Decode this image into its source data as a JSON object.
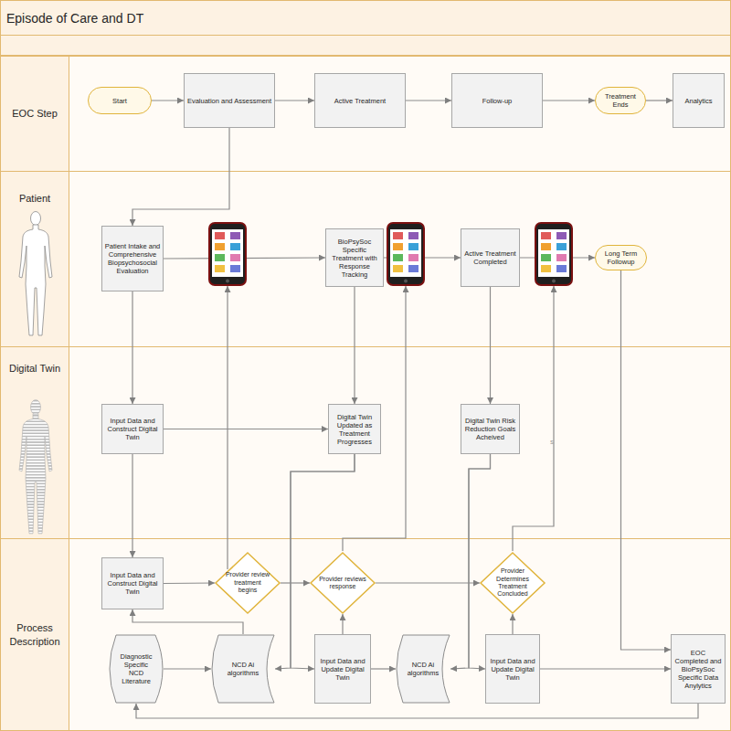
{
  "diagram": {
    "title": "Episode of Care and DT",
    "nodes": [
      {
        "text": [
          "EOC Step"
        ]
      },
      {
        "text": [
          "Start"
        ],
        "in": 0
      },
      {
        "text": [
          "Evaluation and Assessment"
        ],
        "in": 0
      },
      {
        "text": [
          "Active Treatment"
        ],
        "in": 0
      },
      {
        "text": [
          "Follow-up"
        ],
        "in": 0
      },
      {
        "text": [
          "Treatment Ends"
        ],
        "in": 0
      },
      {
        "text": [
          "Analytics"
        ],
        "in": 0
      },
      {
        "text": [
          "Patient"
        ]
      },
      {
        "text": [
          "Patient Intake and Comprehensive Biopsychosocial Evaluation"
        ],
        "in": 7
      },
      {
        "text": [
          "BioPsySoc Specific Treatment with Response Tracking"
        ],
        "in": 7
      },
      {
        "text": [
          "Active Treatment Completed"
        ],
        "in": 7
      },
      {
        "text": [
          "Long Term Followup"
        ],
        "in": 7
      },
      {
        "text": [
          "Digital Twin"
        ]
      },
      {
        "text": [
          "Input Data and Construct Digital Twin"
        ],
        "in": 12
      },
      {
        "text": [
          "Digital Twin Updated as Treatment Progresses"
        ],
        "in": 12
      },
      {
        "text": [
          "Digital Twin Risk Reduction Goals Acheived"
        ],
        "in": 12
      },
      {
        "text": [
          "Process Description"
        ]
      },
      {
        "text": [
          "Input Data and Construct Digital Twin"
        ],
        "in": 16
      },
      {
        "text": [
          "Provider review treatment begins"
        ],
        "in": 16
      },
      {
        "text": [
          "Provider reviews response"
        ],
        "in": 16
      },
      {
        "text": [
          "Provider Determines Treatment Concluded"
        ],
        "in": 16
      },
      {
        "text": [
          "Diagnostic Specific NCD Literature"
        ],
        "in": 16
      },
      {
        "text": [
          "NCD Ai algorithms"
        ],
        "in": 16
      },
      {
        "text": [
          "Input Data and Update Digital Twin"
        ],
        "in": 16
      },
      {
        "text": [
          "NCD Ai algorithms"
        ],
        "in": 16
      },
      {
        "text": [
          "Input Data and Update Digital Twin"
        ],
        "in": 16
      },
      {
        "text": [
          "EOC Completed and BioPsySoc Specific Data Anylytics"
        ],
        "in": 16
      }
    ],
    "edges": [
      {
        "from": 1,
        "to": 2,
        "arrow": "to"
      },
      {
        "from": 2,
        "to": 3,
        "arrow": "to"
      },
      {
        "from": 3,
        "to": 4,
        "arrow": "to"
      },
      {
        "from": 4,
        "to": 5,
        "arrow": "to"
      },
      {
        "from": 5,
        "to": 6,
        "arrow": "to"
      },
      {
        "from": 2,
        "to": 8,
        "arrow": "to"
      },
      {
        "from": 8,
        "to": 9,
        "arrow": "to"
      },
      {
        "from": 9,
        "to": 10,
        "arrow": "to"
      },
      {
        "from": 10,
        "to": 11,
        "arrow": "to"
      },
      {
        "from": 8,
        "to": 13,
        "arrow": "to"
      },
      {
        "from": 13,
        "to": 17,
        "arrow": "to"
      },
      {
        "from": 13,
        "to": 14,
        "arrow": "to"
      },
      {
        "from": 9,
        "to": 14,
        "arrow": "to"
      },
      {
        "from": 10,
        "to": 15,
        "arrow": "to"
      },
      {
        "from": 17,
        "to": 18,
        "arrow": "to"
      },
      {
        "from": 18,
        "to": 19,
        "arrow": "to"
      },
      {
        "from": 19,
        "to": 20,
        "arrow": "to"
      },
      {
        "from": 21,
        "to": 22,
        "arrow": "to"
      },
      {
        "from": 22,
        "to": 17,
        "arrow": "to"
      },
      {
        "from": 14,
        "to": 22,
        "arrow": "to"
      },
      {
        "from": 14,
        "to": 23,
        "arrow": "to"
      },
      {
        "from": 23,
        "to": 19,
        "arrow": "to"
      },
      {
        "from": 23,
        "to": 24,
        "arrow": "to"
      },
      {
        "from": 15,
        "to": 24,
        "arrow": "to"
      },
      {
        "from": 15,
        "to": 25,
        "arrow": "to"
      },
      {
        "from": 25,
        "to": 20,
        "arrow": "to"
      },
      {
        "from": 25,
        "to": 26,
        "arrow": "to"
      },
      {
        "from": 11,
        "to": 26,
        "arrow": "to"
      },
      {
        "from": 26,
        "to": 21,
        "arrow": "to"
      }
    ],
    "labels": [
      "s"
    ]
  }
}
